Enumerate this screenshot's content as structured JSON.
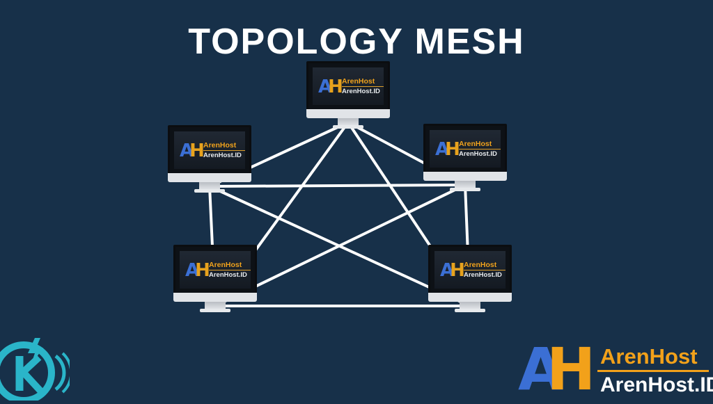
{
  "title": "TOPOLOGY MESH",
  "computers": [
    {
      "id": "top",
      "logo_mark": "AH",
      "logo_name": "ArenHost",
      "logo_url": "ArenHost.ID"
    },
    {
      "id": "upper-left",
      "logo_mark": "AH",
      "logo_name": "ArenHost",
      "logo_url": "ArenHost.ID"
    },
    {
      "id": "upper-right",
      "logo_mark": "AH",
      "logo_name": "ArenHost",
      "logo_url": "ArenHost.ID"
    },
    {
      "id": "lower-left",
      "logo_mark": "AH",
      "logo_name": "ArenHost",
      "logo_url": "ArenHost.ID"
    },
    {
      "id": "lower-right",
      "logo_mark": "AH",
      "logo_name": "ArenHost",
      "logo_url": "ArenHost.ID"
    }
  ],
  "connections": [
    [
      "top",
      "upper-left"
    ],
    [
      "top",
      "upper-right"
    ],
    [
      "top",
      "lower-left"
    ],
    [
      "top",
      "lower-right"
    ],
    [
      "upper-left",
      "upper-right"
    ],
    [
      "upper-left",
      "lower-left"
    ],
    [
      "upper-left",
      "lower-right"
    ],
    [
      "upper-right",
      "lower-left"
    ],
    [
      "upper-right",
      "lower-right"
    ],
    [
      "lower-left",
      "lower-right"
    ]
  ],
  "brand": {
    "mark_a": "A",
    "mark_h": "H",
    "name": "ArenHost",
    "url": "ArenHost.ID"
  },
  "colors": {
    "background": "#173049",
    "link": "#ffffff",
    "brand_blue": "#3b6fd4",
    "brand_orange": "#f2a11a",
    "k_logo": "#2ab5c9"
  },
  "icons": {
    "k_logo": "k-lightning-logo-icon"
  }
}
